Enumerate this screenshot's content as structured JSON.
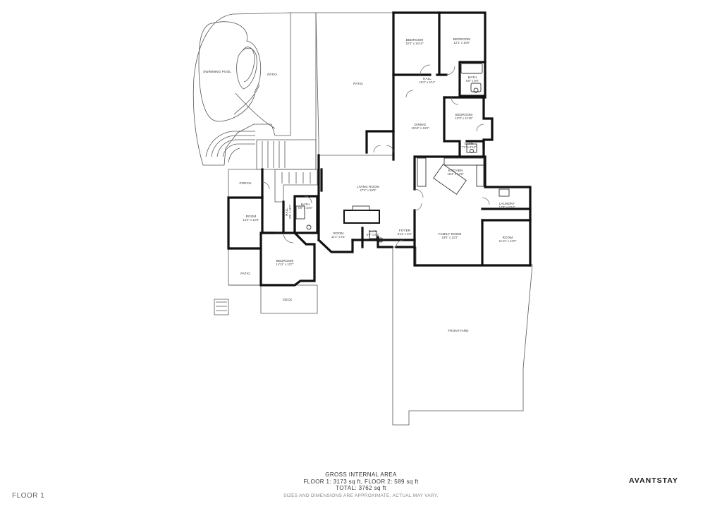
{
  "floor_label": "FLOOR 1",
  "brand": "AVANTSTAY",
  "summary": {
    "title": "GROSS INTERNAL AREA",
    "floors": "FLOOR 1: 3173 sq ft, FLOOR 2: 589 sq ft",
    "total": "TOTAL: 3762 sq ft",
    "disclaimer": "SIZES AND DIMENSIONS ARE APPROXIMATE, ACTUAL MAY VARY."
  },
  "rooms": {
    "bedroom_nw": {
      "name": "BEDROOM",
      "dim": "10'3\" x 16'10\""
    },
    "bedroom_ne": {
      "name": "BEDROOM",
      "dim": "12'1\" x 16'9\""
    },
    "hall_n": {
      "name": "HALL",
      "dim": "18'2\" x 5'11\""
    },
    "bath_n": {
      "name": "BATH",
      "dim": "6'0\" x 9'0\""
    },
    "bedroom_e": {
      "name": "BEDROOM",
      "dim": "10'3\" x 11'10\""
    },
    "dining": {
      "name": "DINING",
      "dim": "15'10\" x 16'2\""
    },
    "bath_e": {
      "name": "BATH",
      "dim": "7'1\" x 8'10\""
    },
    "kitchen": {
      "name": "KITCHEN",
      "dim": "16'4\" x 14'8\""
    },
    "living": {
      "name": "LIVING ROOM",
      "dim": "27'4\" x 19'5\""
    },
    "laundry": {
      "name": "LAUNDRY",
      "dim": "12'8\" x 8'10\""
    },
    "family": {
      "name": "FAMILY ROOM",
      "dim": "18'6\" x 13'3\""
    },
    "room_e": {
      "name": "ROOM",
      "dim": "11'11\" x 12'0\""
    },
    "room_c": {
      "name": "ROOM",
      "dim": "11'1\" x 6'1\""
    },
    "bath_c": {
      "name": "BATH",
      "dim": "5'0\" x 6'2\""
    },
    "foyer": {
      "name": "FOYER",
      "dim": "6'11\" x 6'2\""
    },
    "bath_w": {
      "name": "BATH",
      "dim": "5'0\" x 10'0\""
    },
    "hall_w": {
      "name": "HALL",
      "dim": "2'9\" x 11'0\""
    },
    "room_w": {
      "name": "ROOM",
      "dim": "14'2\" x 14'8\""
    },
    "bedroom_sw": {
      "name": "BEDROOM",
      "dim": "14'11\" x 13'7\""
    },
    "porch": {
      "name": "PORCH"
    },
    "patio_sw": {
      "name": "PATIO"
    },
    "deck": {
      "name": "DECK"
    },
    "pool": {
      "name": "SWIMMING POOL"
    },
    "patio_pool": {
      "name": "PATIO"
    },
    "patio_n": {
      "name": "PATIO"
    },
    "frontyard": {
      "name": "FRONTYARD"
    }
  }
}
